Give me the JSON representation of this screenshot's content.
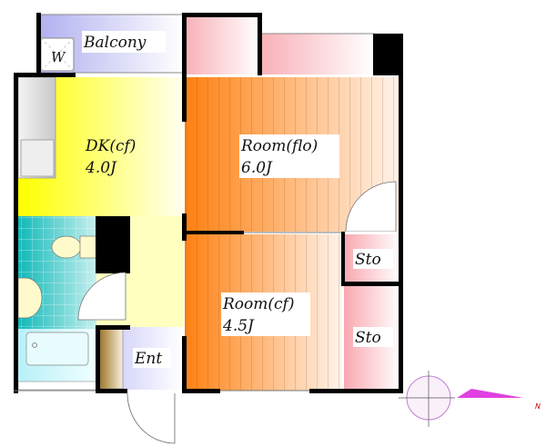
{
  "plan": {
    "balcony": "Balcony",
    "washer": "W",
    "dk_name": "DK(cf)",
    "dk_size": "4.0J",
    "room1_name": "Room(flo)",
    "room1_size": "6.0J",
    "room2_name": "Room(cf)",
    "room2_size": "4.5J",
    "storage1": "Sto",
    "storage2": "Sto",
    "entrance": "Ent",
    "north": "N"
  },
  "colors": {
    "dk": "#ffff00",
    "room": "#ff8010",
    "bath": "#10b8b8",
    "balcony": "#b0b0f0",
    "storage": "#f8a8a8",
    "compass": "#e040e0"
  }
}
